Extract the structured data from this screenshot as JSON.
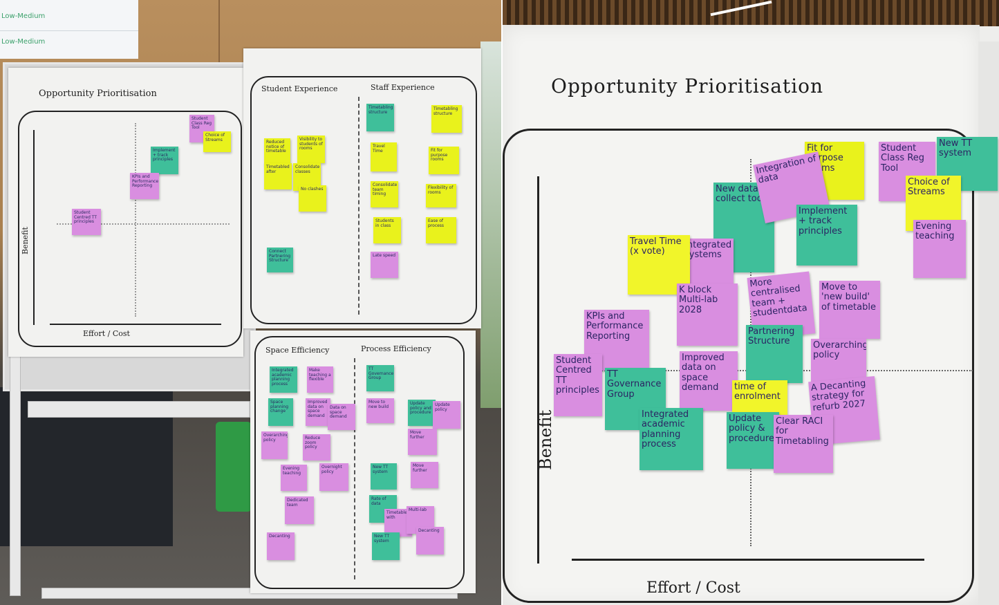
{
  "colors": {
    "yellow": "#e9f21c",
    "green": "#3fbf9a",
    "pink": "#d98ee0"
  },
  "left_photo": {
    "screen_lines": [
      "Low-Medium",
      "Low-Medium"
    ],
    "board_title": "Opportunity Prioritisation",
    "board_x_label": "Effort / Cost",
    "board_y_label": "Benefit",
    "board_notes": [
      "Student Class Reg Tool",
      "Choice of Streams",
      "Implement + track principles",
      "KPIs and Performance Reporting",
      "Student Centred TT principles"
    ],
    "chart1": {
      "left_title": "Student Experience",
      "right_title": "Staff Experience"
    },
    "chart1_notes": [
      "Reduced notice of timetable",
      "Visibility to students of rooms",
      "Timetabled after",
      "Consolidate classes",
      "No clashes",
      "Connect Partnering Structure",
      "Travel Time",
      "Consolidate team timing",
      "Students in class",
      "Late speed",
      "Fit for purpose rooms",
      "Flexibility of rooms",
      "Ease of process",
      "Timetabling structure"
    ],
    "chart2": {
      "left_title": "Space Efficiency",
      "right_title": "Process Efficiency"
    },
    "chart2_notes": [
      "Integrated academic planning process",
      "Make teaching a flexible",
      "TT Governance Group",
      "Space planning change",
      "Improved data on space demand",
      "Data on space demand",
      "Move to new build",
      "Update policy and procedure",
      "Overarching policy",
      "Reduce zoom policy",
      "Overnight policy",
      "Evening teaching",
      "Dedicated team",
      "Update policy",
      "Move further",
      "New TT system",
      "Rate of data",
      "Timetable with",
      "Multi-lab",
      "Decanting"
    ]
  },
  "right_photo": {
    "title": "Opportunity Prioritisation",
    "x_label": "Effort / Cost",
    "y_label": "Benefit",
    "notes": {
      "fit_for_purpose": "Fit for purpose rooms",
      "integration": "Integration of data",
      "student_class": "Student Class Reg Tool",
      "new_tt": "New TT system",
      "new_data": "New data collect tool",
      "choice": "Choice of Streams",
      "implement": "Implement + track principles",
      "evening": "Evening teaching",
      "travel": "Travel Time (x vote)",
      "integrated_sys": "Integrated systems",
      "multilab": "K block Multi-lab 2028",
      "more_central": "More centralised team + studentdata",
      "move_new": "Move to 'new build' of timetable",
      "kpis": "KPIs and Performance Reporting",
      "partnering": "Partnering Structure",
      "overarching": "Overarching policy",
      "student_centred": "Student Centred TT principles",
      "tt_gov": "TT Governance Group",
      "improved_data": "Improved data on space demand",
      "time_enrol": "time of enrolment",
      "decanting": "A Decanting strategy for refurb 2027",
      "integrated_planning": "Integrated academic planning process",
      "update_policy": "Update policy & procedure",
      "raci": "Clear RACI for Timetabling"
    }
  }
}
